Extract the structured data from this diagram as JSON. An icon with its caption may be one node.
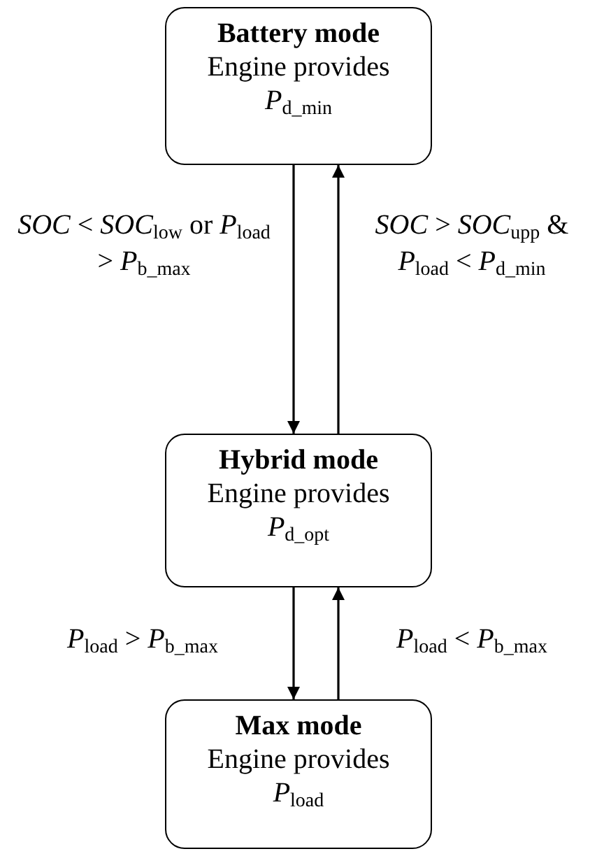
{
  "diagram": {
    "nodes": [
      {
        "text": [
          "Battery mode",
          "Engine provides *P*$_{d_min}$"
        ]
      },
      {
        "text": [
          "Hybrid mode",
          "Engine provides *P*$_{d_opt}$"
        ]
      },
      {
        "text": [
          "Max mode",
          "Engine provides *P*$_{load}$"
        ]
      }
    ],
    "edges": [
      {
        "from": 0,
        "to": 1,
        "arrow": "to",
        "label": "*SOC* < *SOC*$_{low}$ or *P*$_{load}$ > *P*$_{b_max}$"
      },
      {
        "from": 1,
        "to": 0,
        "arrow": "to",
        "label": "*SOC* > *SOC*$_{upp}$ & *P*$_{load}$ < *P*$_{d_min}$"
      },
      {
        "from": 1,
        "to": 2,
        "arrow": "to",
        "label": "*P*$_{load}$ > *P*$_{b_max}$"
      },
      {
        "from": 2,
        "to": 1,
        "arrow": "to",
        "label": "*P*$_{load}$ < *P*$_{b_max}$"
      }
    ]
  }
}
